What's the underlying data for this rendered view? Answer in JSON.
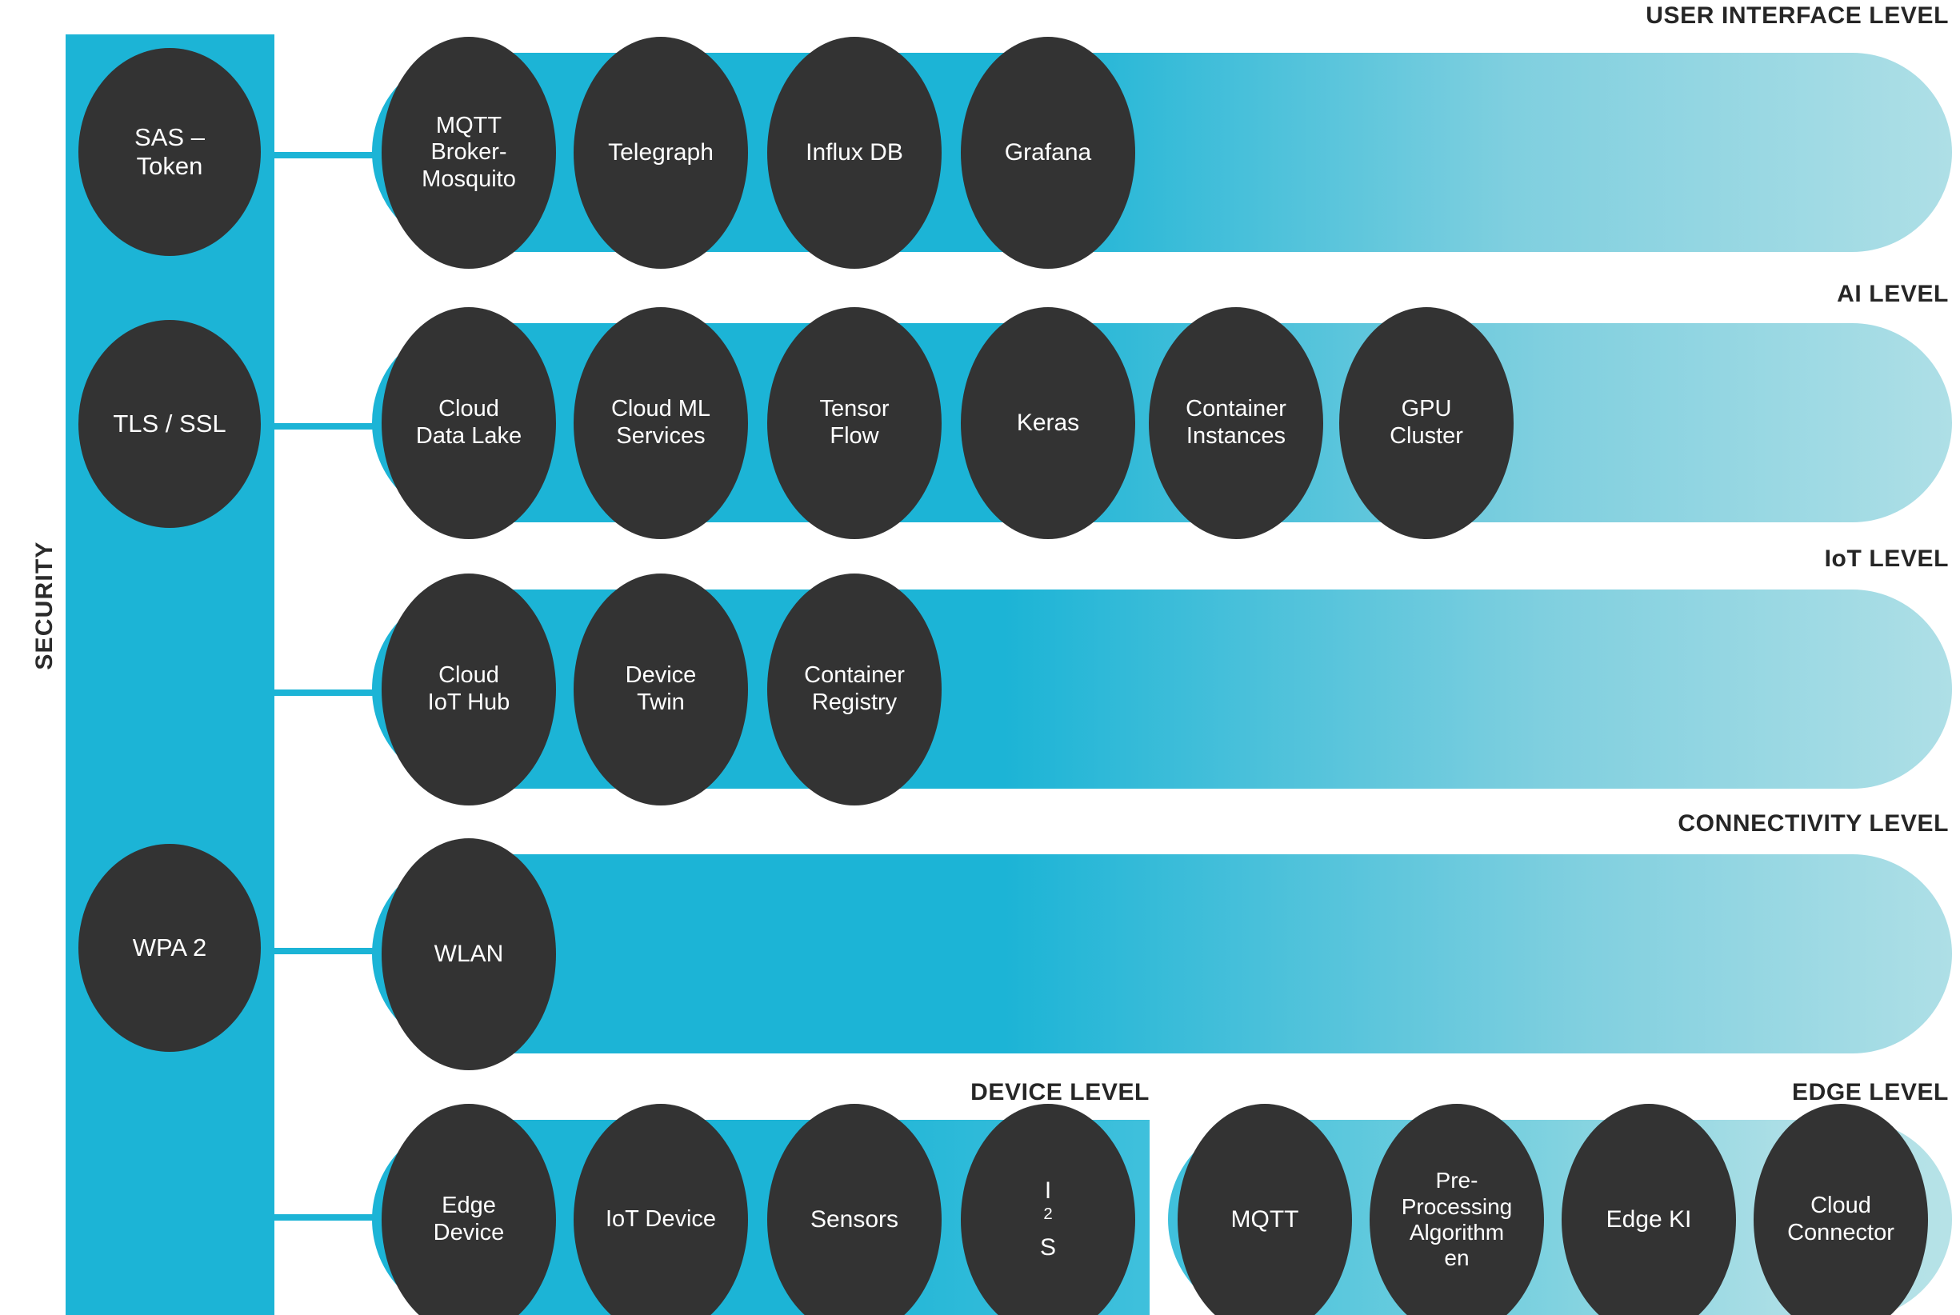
{
  "security": {
    "axis_label": "SECURITY",
    "bar_color": "#1CB4D6",
    "nodes": [
      {
        "label": "SAS –\nToken",
        "lines": [
          "SAS –",
          "Token"
        ]
      },
      {
        "label": "TLS / SSL",
        "lines": [
          "TLS / SSL"
        ]
      },
      {
        "label": "WPA 2",
        "lines": [
          "WPA 2"
        ]
      }
    ]
  },
  "colors": {
    "accent": "#1CB4D6",
    "accent_light": "#AEDFE6",
    "node_fill": "#333333",
    "node_text": "#FFFFFF",
    "title_text": "#262626",
    "background": "#FFFFFF"
  },
  "levels": [
    {
      "id": "user-interface",
      "title": "USER INTERFACE LEVEL",
      "nodes": [
        "MQTT Broker-Mosquito",
        "Telegraph",
        "Influx DB",
        "Grafana"
      ]
    },
    {
      "id": "ai",
      "title": "AI LEVEL",
      "nodes": [
        "Cloud Data Lake",
        "Cloud  ML Services",
        "Tensor Flow",
        "Keras",
        "Container Instances",
        "GPU Cluster"
      ]
    },
    {
      "id": "iot",
      "title": "IoT LEVEL",
      "nodes": [
        "Cloud IoT Hub",
        "Device Twin",
        "Container Registry"
      ]
    },
    {
      "id": "connectivity",
      "title": "CONNECTIVITY LEVEL",
      "nodes": [
        "WLAN"
      ]
    },
    {
      "id": "device",
      "title": "DEVICE LEVEL",
      "nodes": [
        "Edge Device",
        "IoT Device",
        "Sensors",
        "I2S"
      ]
    },
    {
      "id": "edge",
      "title": "EDGE LEVEL",
      "nodes": [
        "MQTT",
        "Pre-Processing Algorithmen",
        "Edge KI",
        "Cloud Connector"
      ]
    }
  ],
  "ui": {
    "t_user_interface": "USER INTERFACE LEVEL",
    "t_ai": "AI LEVEL",
    "t_iot": "IoT LEVEL",
    "t_connectivity": "CONNECTIVITY LEVEL",
    "t_device": "DEVICE LEVEL",
    "t_edge": "EDGE LEVEL",
    "sec_1a": "SAS –",
    "sec_1b": "Token",
    "sec_2": "TLS / SSL",
    "sec_3": "WPA 2",
    "ui_1a": "MQTT",
    "ui_1b": "Broker-",
    "ui_1c": "Mosquito",
    "ui_2": "Telegraph",
    "ui_3": "Influx DB",
    "ui_4": "Grafana",
    "ai_1a": "Cloud",
    "ai_1b": "Data Lake",
    "ai_2a": "Cloud  ML",
    "ai_2b": "Services",
    "ai_3a": "Tensor",
    "ai_3b": "Flow",
    "ai_4": "Keras",
    "ai_5a": "Container",
    "ai_5b": "Instances",
    "ai_6a": "GPU",
    "ai_6b": "Cluster",
    "iot_1a": "Cloud",
    "iot_1b": "IoT Hub",
    "iot_2a": "Device",
    "iot_2b": "Twin",
    "iot_3a": "Container",
    "iot_3b": "Registry",
    "con_1": "WLAN",
    "dev_1a": "Edge",
    "dev_1b": "Device",
    "dev_2": "IoT Device",
    "dev_3": "Sensors",
    "dev_4_pre": "I",
    "dev_4_sup": "2",
    "dev_4_post": "S",
    "edge_1": "MQTT",
    "edge_2a": "Pre-",
    "edge_2b": "Processing",
    "edge_2c": "Algorithm",
    "edge_2d": "en",
    "edge_3": "Edge KI",
    "edge_4a": "Cloud",
    "edge_4b": "Connector"
  }
}
